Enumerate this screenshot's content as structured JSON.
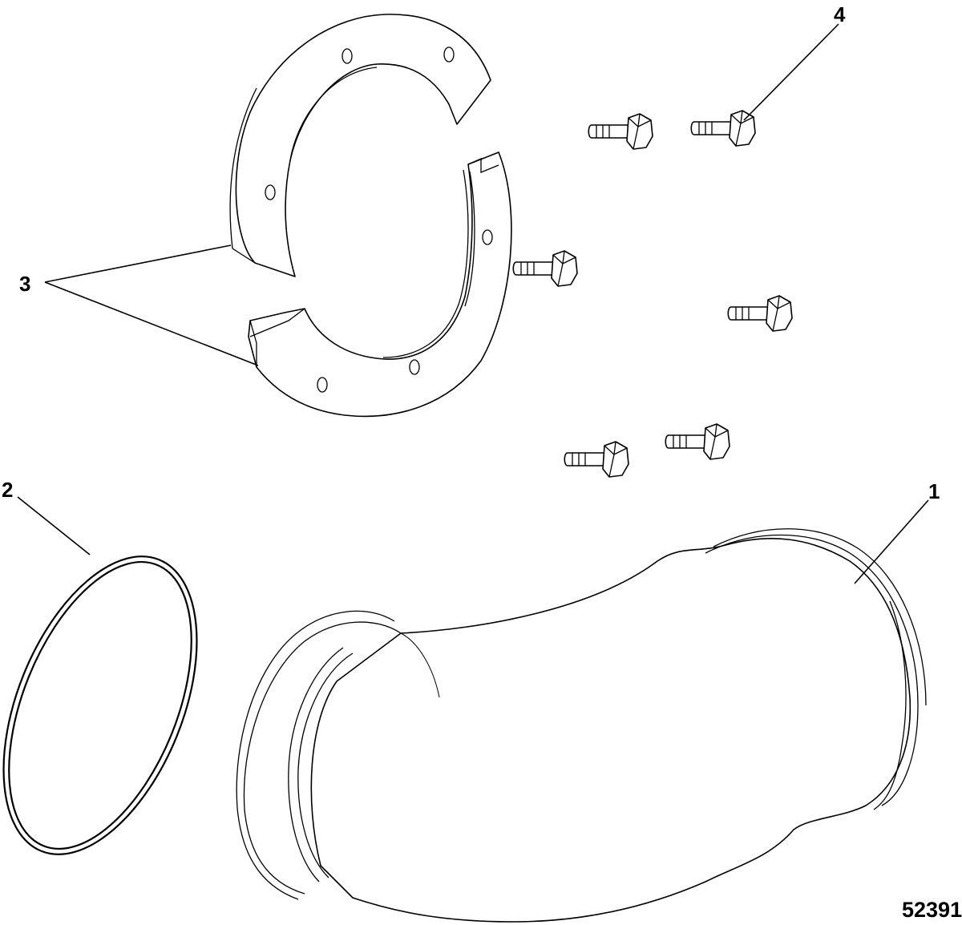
{
  "callouts": [
    {
      "id": "1",
      "label": "1"
    },
    {
      "id": "2",
      "label": "2"
    },
    {
      "id": "3",
      "label": "3"
    },
    {
      "id": "4",
      "label": "4"
    }
  ],
  "figure_number": "52391",
  "parts": [
    {
      "callout": "1",
      "icon": "exhaust-elbow"
    },
    {
      "callout": "2",
      "icon": "o-ring"
    },
    {
      "callout": "3",
      "icon": "split-flange-halves"
    },
    {
      "callout": "4",
      "icon": "hex-bolt",
      "count": 6
    }
  ]
}
